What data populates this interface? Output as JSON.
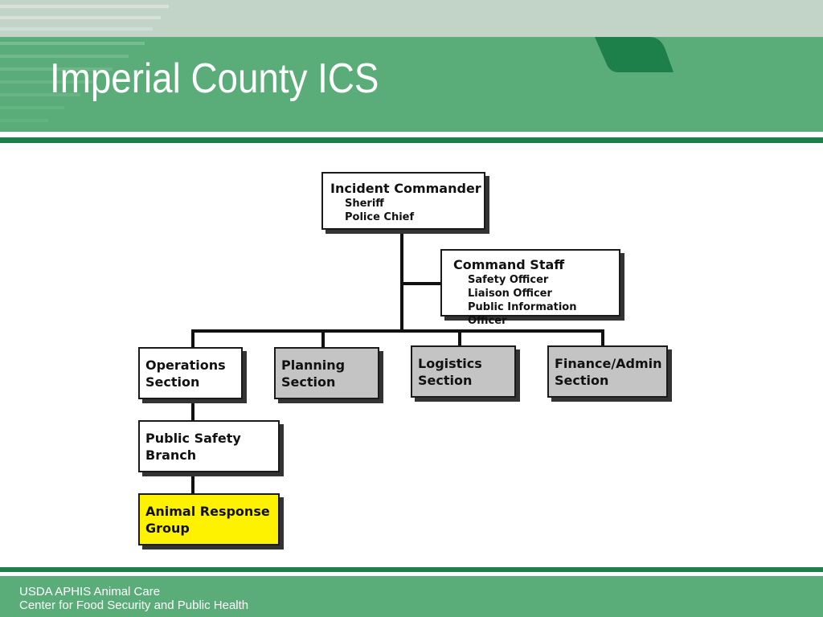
{
  "title": "Imperial County ICS",
  "org_chart": {
    "incident_commander": {
      "title": "Incident Commander",
      "members": [
        "Sheriff",
        "Police Chief"
      ]
    },
    "command_staff": {
      "title": "Command Staff",
      "members": [
        "Safety Officer",
        "Liaison Officer",
        "Public Information Officer"
      ]
    },
    "sections": [
      {
        "line1": "Operations",
        "line2": "Section",
        "fill": "#ffffff"
      },
      {
        "line1": "Planning",
        "line2": "Section",
        "fill": "#c4c4c4"
      },
      {
        "line1": "Logistics",
        "line2": "Section",
        "fill": "#c4c4c4"
      },
      {
        "line1": "Finance/Admin",
        "line2": "Section",
        "fill": "#c4c4c4"
      }
    ],
    "branch": {
      "line1": "Public Safety",
      "line2": "Branch"
    },
    "group": {
      "line1": "Animal Response",
      "line2": "Group",
      "fill": "#fff200"
    }
  },
  "footer": {
    "line1": "USDA APHIS Animal Care",
    "line2": "Center for Food Security and Public Health"
  },
  "colors": {
    "band": "#5aad78",
    "dark_green": "#1d7f4a",
    "light_band": "#c2d3c7",
    "highlight": "#fff200",
    "inactive": "#c4c4c4"
  }
}
